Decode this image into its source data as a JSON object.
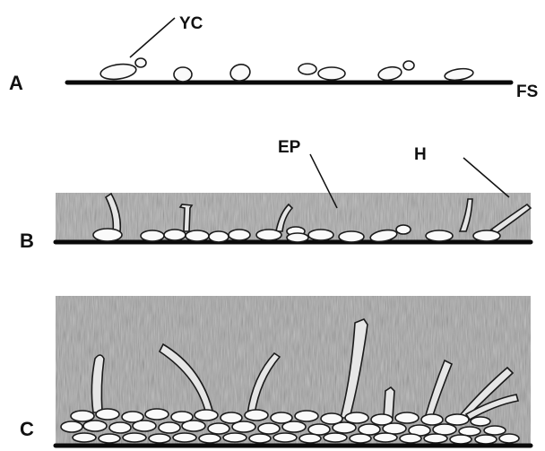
{
  "labels": {
    "panel_a": "A",
    "panel_b": "B",
    "panel_c": "C",
    "yeast_cells": "YC",
    "fungal_surface": "FS",
    "extracellular_polymer": "EP",
    "hyphae": "H"
  },
  "colors": {
    "surface_line": "#0a0a0a",
    "matrix_shading": "#9a9a9a",
    "cell_fill": "#fafafa",
    "outline": "#1a1a1a"
  }
}
